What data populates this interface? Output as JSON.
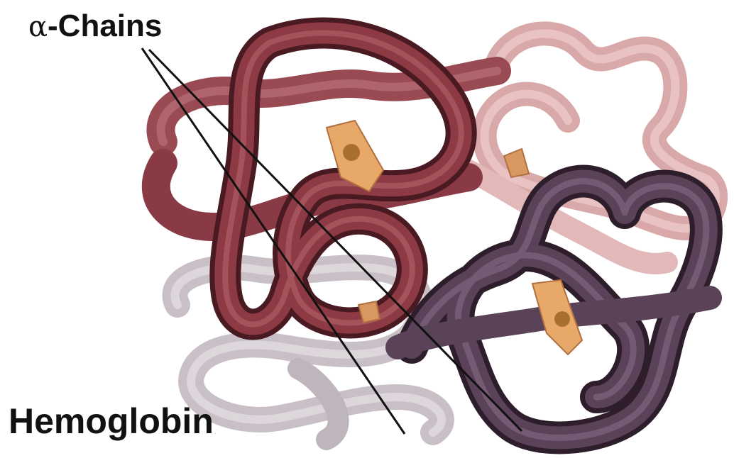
{
  "labels": {
    "alpha_symbol": "α",
    "alpha_chains": "-Chains",
    "protein": "Hemoglobin"
  },
  "colors": {
    "alpha_chain_1": "#8e3a44",
    "alpha_chain_2": "#5a4258",
    "beta_chain_1": "#d9a8a8",
    "beta_chain_2": "#c9c0c7",
    "heme": "#e8a868"
  }
}
